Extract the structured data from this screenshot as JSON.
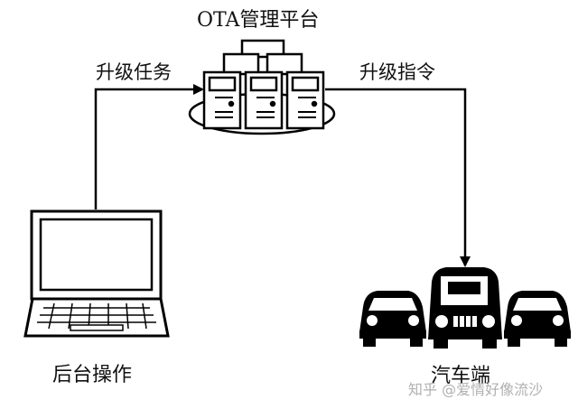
{
  "platform": {
    "title": "OTA管理平台",
    "icon": "server-cluster-icon"
  },
  "edges": {
    "upgrade_task": "升级任务",
    "upgrade_command": "升级指令"
  },
  "nodes": {
    "backend": {
      "label": "后台操作",
      "icon": "computer-terminal-icon"
    },
    "vehicle": {
      "label": "汽车端",
      "icon": "vehicle-group-icon"
    }
  },
  "watermark": "知乎 @爱情好像流沙",
  "colors": {
    "stroke": "#000000",
    "fill": "#ffffff",
    "text": "#111111",
    "watermark": "#b0b0b0"
  }
}
